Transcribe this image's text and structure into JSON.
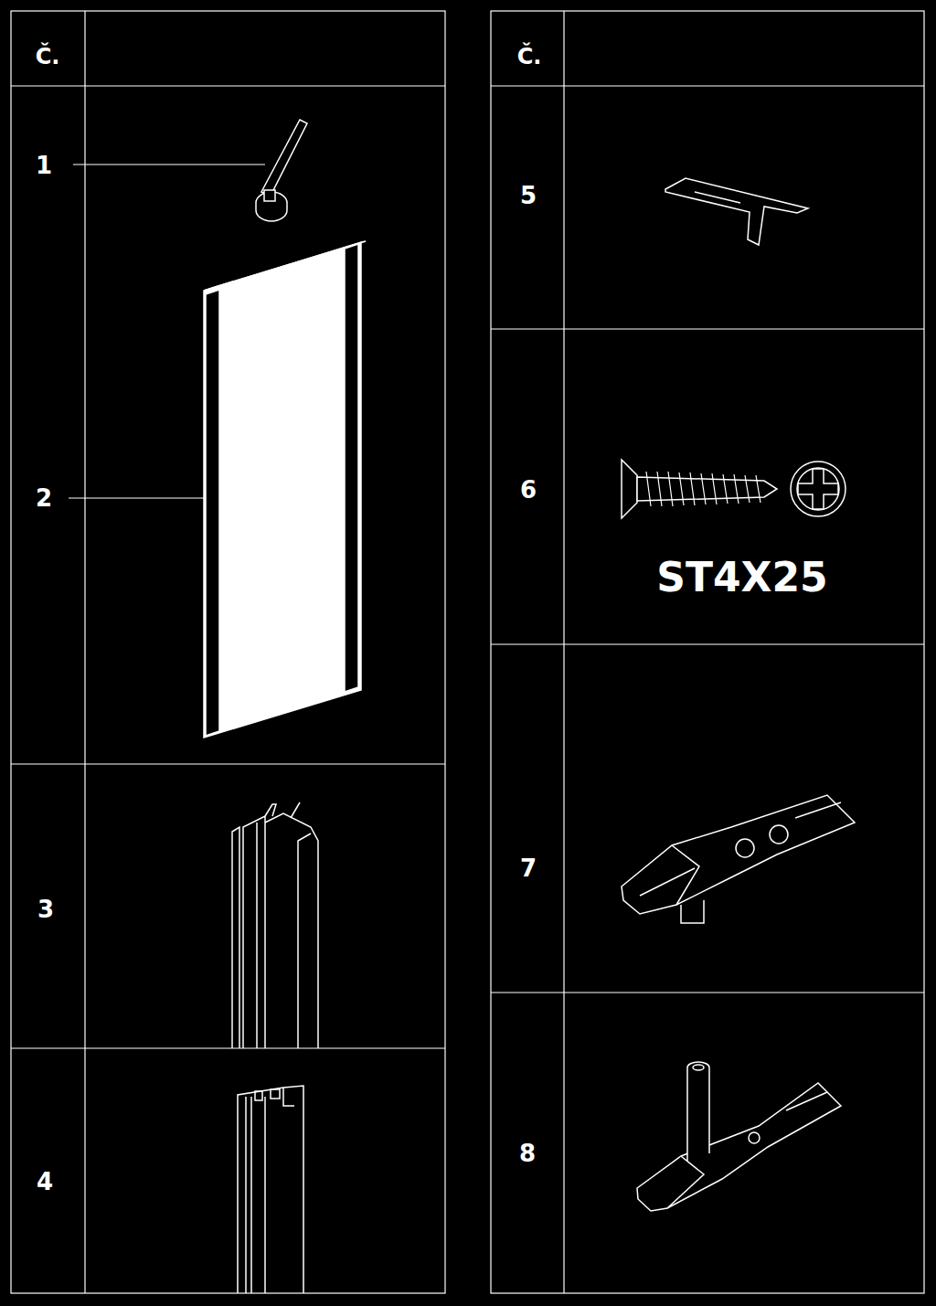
{
  "diagram": {
    "labels": [
      "Č.",
      "Č.",
      "1",
      "5",
      "6",
      "ST4X25",
      "2",
      "7",
      "3",
      "8",
      "4"
    ]
  }
}
